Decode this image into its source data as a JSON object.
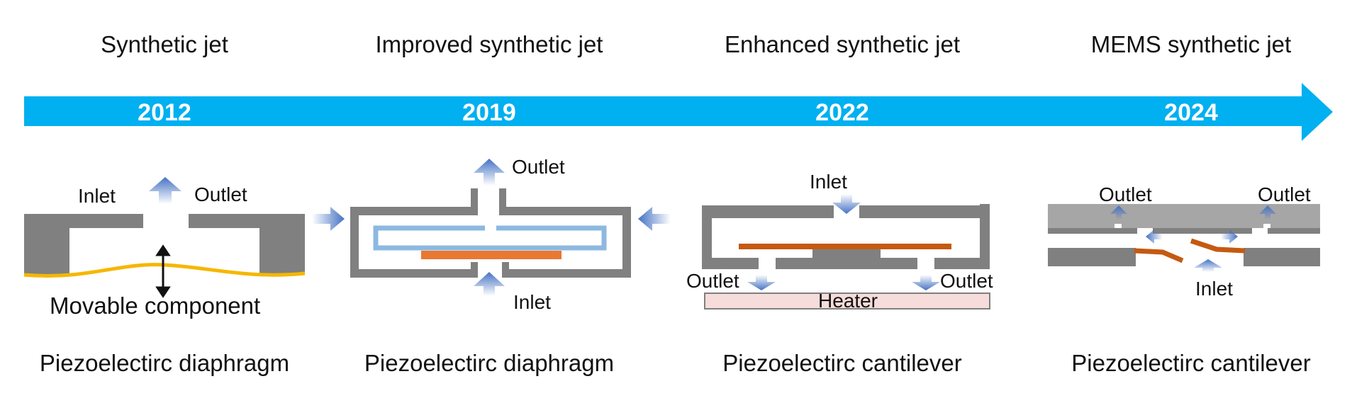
{
  "colors": {
    "timeline": "#00B0F0",
    "wall": "#808080",
    "wall_light": "#A6A6A6",
    "diaphragm_yellow": "#F5B700",
    "diaphragm_blue": "#8DB8E0",
    "actuator_orange": "#E87832",
    "cantilever": "#C55A11",
    "heater": "#F6DCDA",
    "flow_arrow": "#4472C4"
  },
  "timeline": {
    "stages": [
      {
        "title": "Synthetic jet",
        "year": "2012",
        "caption": "Piezoelectirc diaphragm"
      },
      {
        "title": "Improved synthetic jet",
        "year": "2019",
        "caption": "Piezoelectirc diaphragm"
      },
      {
        "title": "Enhanced synthetic jet",
        "year": "2022",
        "caption": "Piezoelectirc cantilever"
      },
      {
        "title": "MEMS synthetic jet",
        "year": "2024",
        "caption": "Piezoelectirc cantilever"
      }
    ]
  },
  "panels": {
    "p2012": {
      "inlet": "Inlet",
      "outlet": "Outlet",
      "component": "Movable component"
    },
    "p2019": {
      "outlet": "Outlet",
      "inlet": "Inlet"
    },
    "p2022": {
      "inlet": "Inlet",
      "outlet_left": "Outlet",
      "outlet_right": "Outlet",
      "heater": "Heater"
    },
    "p2024": {
      "outlet_left": "Outlet",
      "outlet_right": "Outlet",
      "inlet": "Inlet"
    }
  }
}
